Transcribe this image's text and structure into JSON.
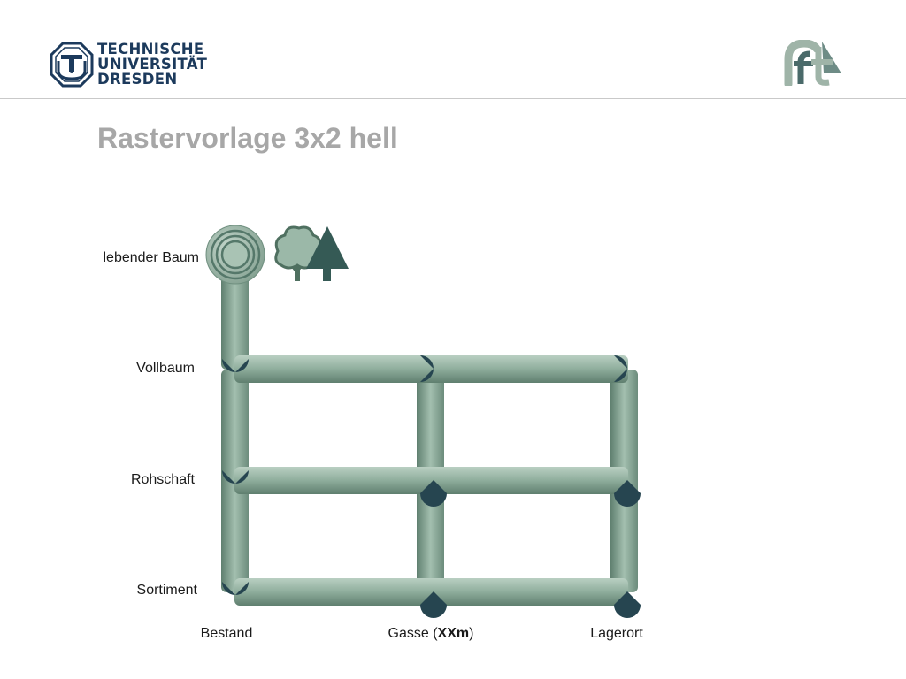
{
  "header": {
    "university_lines": [
      "TECHNISCHE",
      "UNIVERSITÄT",
      "DRESDEN"
    ],
    "institute_logo_text": "ft"
  },
  "slide": {
    "title_prefix": "Rastervorlage ",
    "title_highlight": "3x2",
    "title_suffix": " hell"
  },
  "rows": {
    "tree": "lebender Baum",
    "full_tree": "Vollbaum",
    "stem": "Rohschaft",
    "assortment": "Sortiment"
  },
  "columns": {
    "stand": "Bestand",
    "lane_prefix": "Gasse (",
    "lane_bold": "XXm",
    "lane_suffix": ")",
    "storage": "Lagerort"
  },
  "colors": {
    "pipe": "#8fae9c",
    "pipe_light": "#b6cdbf",
    "node": "#264550",
    "university_blue": "#1c3a5c",
    "title_gray": "#a7a7a7"
  },
  "icons": [
    "tree-ring-icon",
    "deciduous-tree-icon",
    "conifer-tree-icon"
  ]
}
